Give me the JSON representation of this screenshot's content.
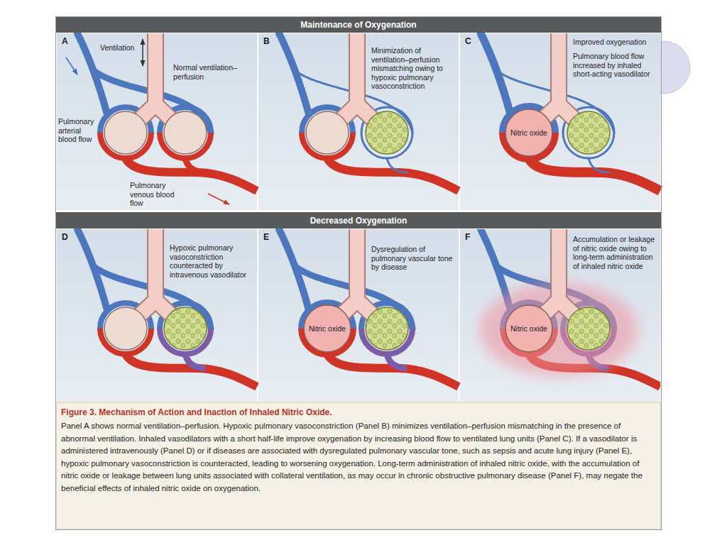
{
  "diagram": {
    "title": "Figure 3. Mechanism of Action and Inaction of Inhaled Nitric Oxide.",
    "caption": "Panel A shows normal ventilation–perfusion. Hypoxic pulmonary vasoconstriction (Panel B) minimizes ventilation–perfusion mismatching in the presence of abnormal ventilation. Inhaled vasodilators with a short half-life improve oxygenation by increasing blood flow to ventilated lung units (Panel C). If a vasodilator is administered intravenously (Panel D) or if diseases are associated with dysregulated pulmonary vascular tone, such as sepsis and acute lung injury (Panel E), hypoxic pulmonary vasoconstriction is counteracted, leading to worsening oxygenation. Long-term administration of inhaled nitric oxide, with the accumulation of nitric oxide or leakage between lung units associated with collateral ventilation, as may occur in chronic obstructive pulmonary disease (Panel F), may negate the beneficial effects of inhaled nitric oxide on oxygenation.",
    "nodes": [
      {
        "text": [
          "Maintenance of Oxygenation"
        ]
      },
      {
        "text": [
          "A",
          "Ventilation",
          "Normal ventilation–perfusion",
          "Pulmonary arterial blood flow",
          "Pulmonary venous blood flow"
        ]
      },
      {
        "text": [
          "B",
          "Minimization of ventilation–perfusion mismatching owing to hypoxic pulmonary vasoconstriction"
        ]
      },
      {
        "text": [
          "C",
          "Improved oxygenation",
          "Pulmonary blood flow increased by inhaled short-acting vasodilator"
        ]
      },
      {
        "text": [
          "Nitric oxide"
        ],
        "in": 3
      },
      {
        "text": [
          "Decreased Oxygenation"
        ]
      },
      {
        "text": [
          "D",
          "Hypoxic pulmonary vasoconstriction counteracted by intravenous vasodilator"
        ]
      },
      {
        "text": [
          "E",
          "Dysregulation of pulmonary vascular tone by disease"
        ]
      },
      {
        "text": [
          "Nitric oxide"
        ],
        "in": 7
      },
      {
        "text": [
          "F",
          "Accumulation or leakage of nitric oxide owing to long-term administration of inhaled nitric oxide"
        ]
      },
      {
        "text": [
          "Nitric oxide"
        ],
        "in": 9
      }
    ]
  }
}
